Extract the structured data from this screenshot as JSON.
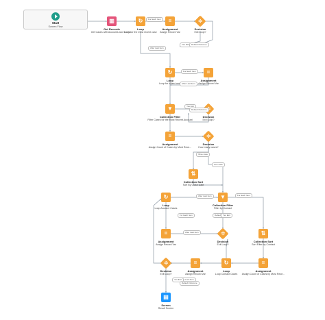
{
  "start": {
    "title": "Start",
    "subtitle": "Screen Flow"
  },
  "colors": {
    "orange": "#f4a338",
    "pink": "#e4547a",
    "teal": "#1f9d8a",
    "blue": "#1b96ff",
    "connector": "#8a96a3"
  },
  "nodes": {
    "get_records": {
      "icon": "database-icon",
      "title": "Get Records",
      "sub": "Get Cases with Accounts and Conta..."
    },
    "loop1": {
      "icon": "loop-icon",
      "title": "Loop",
      "sub": "Loop for the most recent case"
    },
    "assign1": {
      "icon": "equals-icon",
      "title": "Assignment",
      "sub": "Assign Record Var"
    },
    "decision1": {
      "icon": "decision-icon",
      "title": "Decision",
      "sub": "Exit Loop?"
    },
    "loop2": {
      "icon": "loop-icon",
      "title": "Loop",
      "sub": "Loop for oldest case"
    },
    "assign2": {
      "icon": "equals-icon",
      "title": "Assignment",
      "sub": "Assign Record Var"
    },
    "filter1": {
      "icon": "filter-icon",
      "title": "Collection Filter",
      "sub": "Filter Cases for the Most Recent Account"
    },
    "decision2": {
      "icon": "decision-icon",
      "title": "Decision",
      "sub": "Exit Loop?"
    },
    "assign3": {
      "icon": "equals-icon",
      "title": "Assignment",
      "sub": "Assign Count of Cases by Most Rece..."
    },
    "decision3": {
      "icon": "decision-icon",
      "title": "Decision",
      "sub": "How many cases?"
    },
    "sort1": {
      "icon": "sort-icon",
      "title": "Collection Sort",
      "sub": "Sort By Close Date"
    },
    "loop3": {
      "icon": "loop-icon",
      "title": "Loop",
      "sub": "Loop Account Cases"
    },
    "filter2": {
      "icon": "filter-icon",
      "title": "Collection Filter",
      "sub": "Filter by Contact"
    },
    "assign4": {
      "icon": "equals-icon",
      "title": "Assignment",
      "sub": "Assign Record Var"
    },
    "decision4": {
      "icon": "decision-icon",
      "title": "Decision",
      "sub": "Exit Loop?"
    },
    "sort2": {
      "icon": "sort-icon",
      "title": "Collection Sort",
      "sub": "Sort Filter by Contact"
    },
    "decision5": {
      "icon": "decision-icon",
      "title": "Decision",
      "sub": "Exit Loop?"
    },
    "assign5": {
      "icon": "equals-icon",
      "title": "Assignment",
      "sub": "Assign Record Var"
    },
    "loop4": {
      "icon": "loop-icon",
      "title": "Loop",
      "sub": "Loop Contact Cases"
    },
    "assign6": {
      "icon": "equals-icon",
      "title": "Assignment",
      "sub": "Assign Count of Cases by Most Rece..."
    },
    "screen": {
      "icon": "screen-icon",
      "title": "Screen",
      "sub": "Result Screen"
    }
  },
  "pills": [
    "For Each Item",
    "Yes Exit",
    "Default Outcome",
    "After Last Item",
    "For Each Item",
    "After Last Item",
    "Yes Exit",
    "Default Outcome",
    "Ihree case",
    "One case",
    "After Last Item",
    "For Each Item",
    "Default Out",
    "Yes Exit",
    "After Last Item",
    "For Each Item",
    "After Last Item",
    "Yes Exit",
    "Default Outcome"
  ]
}
